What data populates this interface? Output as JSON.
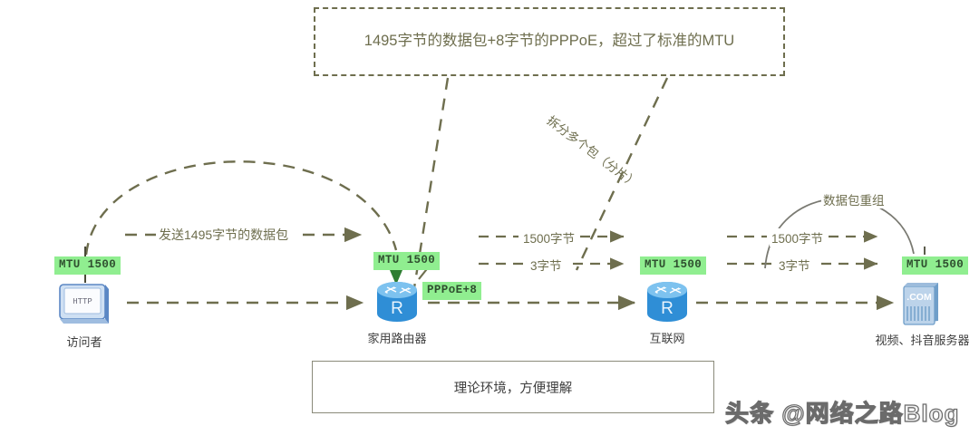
{
  "callout": {
    "text": "1495字节的数据包+8字节的PPPoE，超过了标准的MTU"
  },
  "note": {
    "text": "理论环境，方便理解"
  },
  "nodes": [
    {
      "id": "visitor",
      "label": "访问者",
      "icon": "desktop-computer-icon",
      "icon_text": "HTTP",
      "chip": "MTU 1500"
    },
    {
      "id": "router",
      "label": "家用路由器",
      "icon": "router-icon",
      "icon_text": "R",
      "chip": "MTU 1500",
      "chip2": "PPPoE+8"
    },
    {
      "id": "internet",
      "label": "互联网",
      "icon": "router-icon",
      "icon_text": "R",
      "chip": "MTU 1500"
    },
    {
      "id": "server",
      "label": "视频、抖音服务器",
      "icon": "server-icon",
      "icon_text": ".COM",
      "chip": "MTU 1500"
    }
  ],
  "edges": {
    "send_packet": "发送1495字节的数据包",
    "mid_1500": "1500字节",
    "mid_3": "3字节",
    "right_1500": "1500字节",
    "right_3": "3字节",
    "fragment": "拆分多个包（分片）",
    "reassemble": "数据包重组"
  },
  "watermark": {
    "text": "头条 @网络之路Blog"
  },
  "colors": {
    "line": "#6e6e4e",
    "chip_bg": "#90ee90",
    "chip_fg": "#2f4f2f",
    "arc_gray": "#7a7a72",
    "node_blue": "#2f8ed6",
    "text": "#3d3d3d"
  }
}
